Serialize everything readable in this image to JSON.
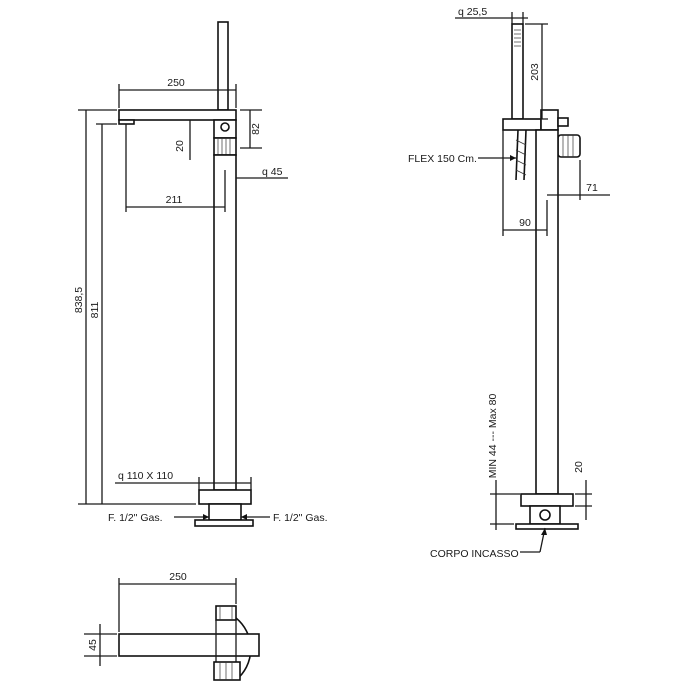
{
  "front_view": {
    "dim_spout_length": "250",
    "dim_spout_height": "82",
    "dim_spout_drop": "20",
    "dim_column": "q 45",
    "dim_spout_reach": "211",
    "dim_total_height": "838,5",
    "dim_spout_outlet_height": "811",
    "dim_base": "q 110 X 110",
    "label_inlet_left": "F. 1/2\" Gas.",
    "label_inlet_right": "F. 1/2\" Gas."
  },
  "side_view": {
    "dim_handshower": "q 25,5",
    "dim_handshower_length": "203",
    "label_hose": "FLEX 150 Cm.",
    "dim_offset": "71",
    "dim_depth": "90",
    "dim_install_range": "MIN 44 --- Max 80",
    "dim_base_height": "20",
    "label_body": "CORPO INCASSO"
  },
  "plan_view": {
    "dim_spout_length": "250",
    "dim_width": "45"
  }
}
